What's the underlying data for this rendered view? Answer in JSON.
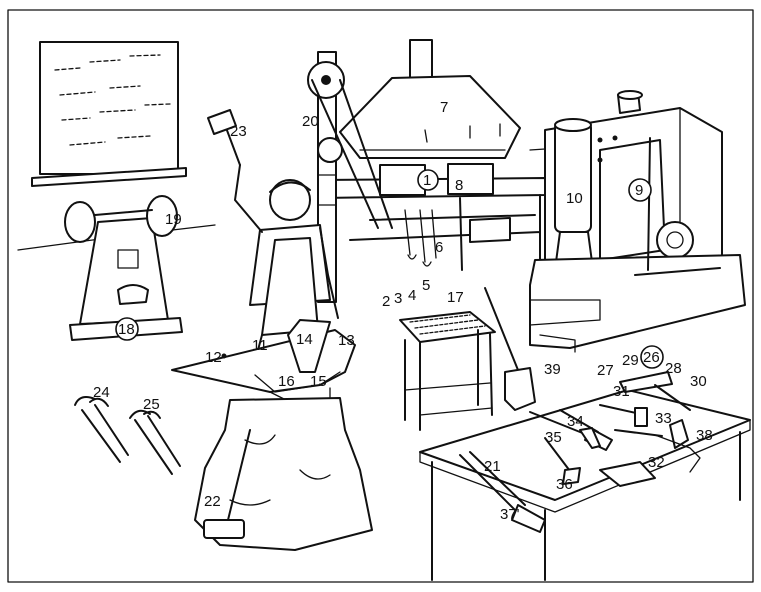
{
  "labels": {
    "l1": "1",
    "l2": "2",
    "l3": "3",
    "l4": "4",
    "l5": "5",
    "l6": "6",
    "l7": "7",
    "l8": "8",
    "l9": "9",
    "l10": "10",
    "l11": "11",
    "l12": "12",
    "l13": "13",
    "l14": "14",
    "l15": "15",
    "l16": "16",
    "l17": "17",
    "l18": "18",
    "l19": "19",
    "l20": "20",
    "l21": "21",
    "l22": "22",
    "l23": "23",
    "l24": "24",
    "l25": "25",
    "l26": "26",
    "l27": "27",
    "l28": "28",
    "l29": "29",
    "l30": "30",
    "l31": "31",
    "l32": "32",
    "l33": "33",
    "l34": "34",
    "l35": "35",
    "l36": "36",
    "l37": "37'",
    "l38": "38",
    "l39": "39"
  }
}
